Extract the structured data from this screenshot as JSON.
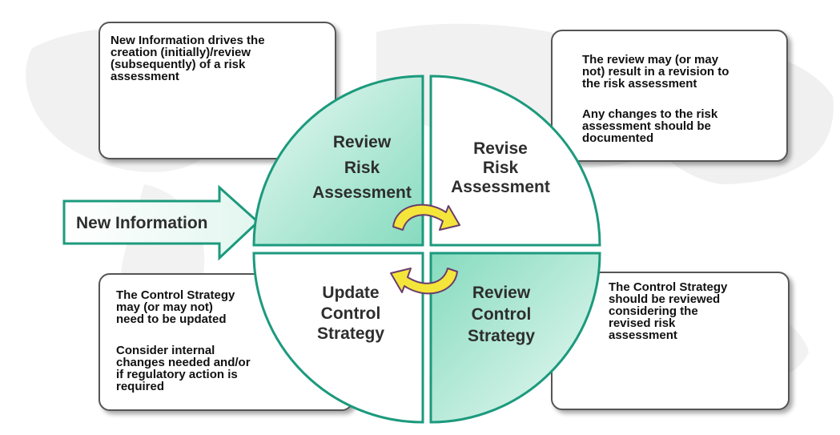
{
  "arrow": {
    "label": "New Information"
  },
  "quadrants": {
    "top_left": {
      "lines": [
        "Review",
        "Risk",
        "Assessment"
      ]
    },
    "top_right": {
      "lines": [
        "Revise",
        "Risk",
        "Assessment"
      ]
    },
    "bottom_left": {
      "lines": [
        "Update",
        "Control",
        "Strategy"
      ]
    },
    "bottom_right": {
      "lines": [
        "Review",
        "Control",
        "Strategy"
      ]
    }
  },
  "notes": {
    "top_left": "New Information drives the\ncreation (initially)/review\n(subsequently) of a risk\nassessment",
    "top_right_1": "The review may (or may\nnot) result in a revision to\nthe risk assessment",
    "top_right_2": "Any changes  to the risk\nassessment should be\ndocumented",
    "bottom_left_1": "The Control Strategy\nmay (or may not)\nneed to be updated",
    "bottom_left_2": "Consider internal\nchanges needed and/or\nif regulatory action  is\nrequired",
    "bottom_right": "The Control  Strategy\nshould be reviewed\nconsidering the\nrevised risk\nassessment"
  },
  "colors": {
    "teal_light": "#e6f7f2",
    "teal_dark": "#8fdcc2",
    "outline": "#1c9a7d",
    "cycle_arrow_fill": "#f4e53a",
    "cycle_arrow_stroke": "#6a3d6e"
  }
}
